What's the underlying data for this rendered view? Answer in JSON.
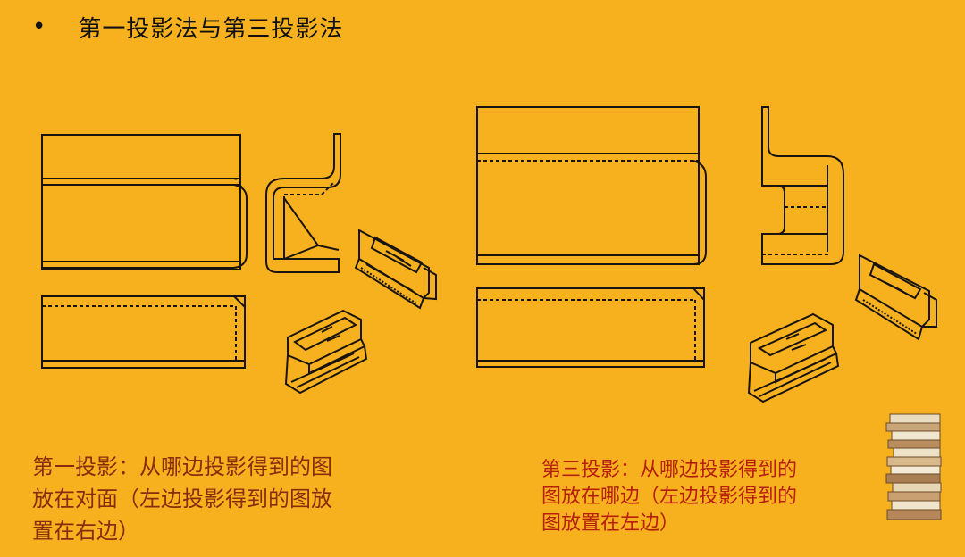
{
  "slide": {
    "bullet": "•",
    "title": "第一投影法与第三投影法"
  },
  "captions": {
    "first": "第一投影：从哪边投影得到的图\n放在对面（左边投影得到的图放\n置在右边）",
    "third": "第三投影：从哪边投影得到的\n图放在哪边（左边投影得到的\n图放置在左边）"
  },
  "colors": {
    "background": "#F7B11E",
    "first_caption": "#8A2B10",
    "third_caption": "#B61E0E",
    "line": "#1A1410"
  },
  "icons": {
    "books": "book-stack-icon"
  }
}
